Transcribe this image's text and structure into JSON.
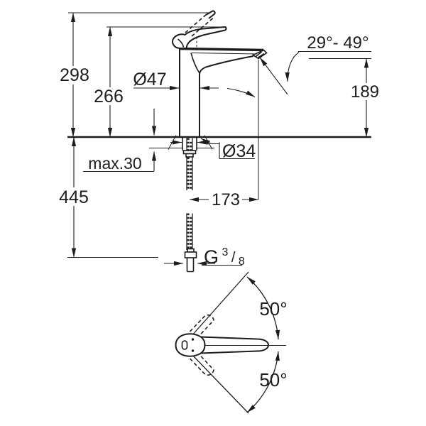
{
  "labels": {
    "overall_height": "298",
    "height_to_spout": "266",
    "body_diameter": "Ø47",
    "aerator_angle_range": "29°- 49°",
    "outlet_height": "189",
    "max_deck_thickness": "max.30",
    "mounting_hole_diameter": "Ø34",
    "spout_reach": "173",
    "below_deck_length": "445",
    "thread": {
      "prefix": "G",
      "sup": "3",
      "slash": "/",
      "sub": "8"
    },
    "swing_upper": "50°",
    "swing_lower": "50°"
  },
  "colors": {
    "line": "#1d1d1d",
    "background": "#ffffff"
  }
}
